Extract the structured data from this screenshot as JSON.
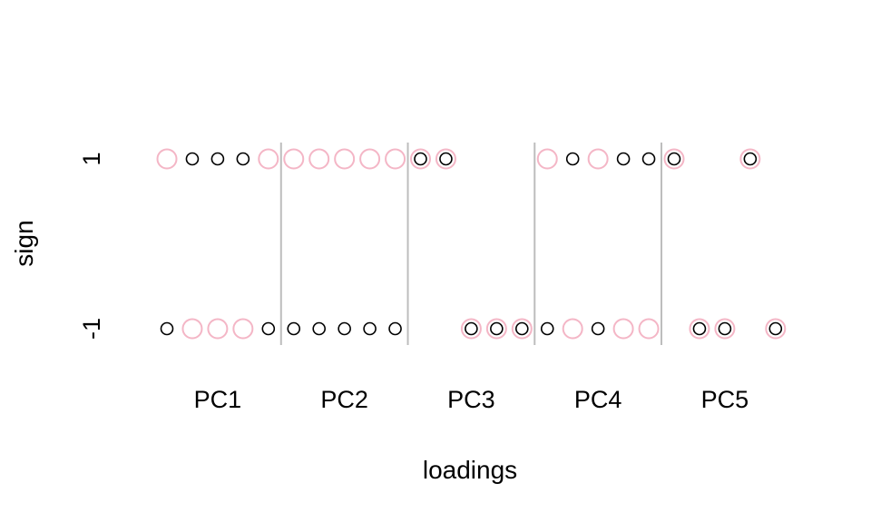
{
  "chart_data": {
    "type": "scatter",
    "xlabel": "loadings",
    "ylabel": "sign",
    "y_ticks": [
      "1",
      "-1"
    ],
    "y_values": [
      1,
      -1
    ],
    "categories": [
      "PC1",
      "PC2",
      "PC3",
      "PC4",
      "PC5"
    ],
    "variables_per_group": 5,
    "grid": false,
    "colors": {
      "pink": "#f4b6c6",
      "black": "#000000",
      "separator": "#bdbdbd"
    },
    "points": [
      {
        "x": 1,
        "sign": 1,
        "pink": true,
        "black": false
      },
      {
        "x": 2,
        "sign": 1,
        "pink": false,
        "black": true
      },
      {
        "x": 3,
        "sign": 1,
        "pink": false,
        "black": true
      },
      {
        "x": 4,
        "sign": 1,
        "pink": false,
        "black": true
      },
      {
        "x": 5,
        "sign": 1,
        "pink": true,
        "black": false
      },
      {
        "x": 6,
        "sign": 1,
        "pink": true,
        "black": false
      },
      {
        "x": 7,
        "sign": 1,
        "pink": true,
        "black": false
      },
      {
        "x": 8,
        "sign": 1,
        "pink": true,
        "black": false
      },
      {
        "x": 9,
        "sign": 1,
        "pink": true,
        "black": false
      },
      {
        "x": 10,
        "sign": 1,
        "pink": true,
        "black": false
      },
      {
        "x": 11,
        "sign": 1,
        "pink": true,
        "black": true
      },
      {
        "x": 12,
        "sign": 1,
        "pink": true,
        "black": true
      },
      {
        "x": 16,
        "sign": 1,
        "pink": true,
        "black": false
      },
      {
        "x": 17,
        "sign": 1,
        "pink": false,
        "black": true
      },
      {
        "x": 18,
        "sign": 1,
        "pink": true,
        "black": false
      },
      {
        "x": 19,
        "sign": 1,
        "pink": false,
        "black": true
      },
      {
        "x": 20,
        "sign": 1,
        "pink": false,
        "black": true
      },
      {
        "x": 21,
        "sign": 1,
        "pink": true,
        "black": true
      },
      {
        "x": 24,
        "sign": 1,
        "pink": true,
        "black": true
      },
      {
        "x": 1,
        "sign": -1,
        "pink": false,
        "black": true
      },
      {
        "x": 2,
        "sign": -1,
        "pink": true,
        "black": false
      },
      {
        "x": 3,
        "sign": -1,
        "pink": true,
        "black": false
      },
      {
        "x": 4,
        "sign": -1,
        "pink": true,
        "black": false
      },
      {
        "x": 5,
        "sign": -1,
        "pink": false,
        "black": true
      },
      {
        "x": 6,
        "sign": -1,
        "pink": false,
        "black": true
      },
      {
        "x": 7,
        "sign": -1,
        "pink": false,
        "black": true
      },
      {
        "x": 8,
        "sign": -1,
        "pink": false,
        "black": true
      },
      {
        "x": 9,
        "sign": -1,
        "pink": false,
        "black": true
      },
      {
        "x": 10,
        "sign": -1,
        "pink": false,
        "black": true
      },
      {
        "x": 13,
        "sign": -1,
        "pink": true,
        "black": true
      },
      {
        "x": 14,
        "sign": -1,
        "pink": true,
        "black": true
      },
      {
        "x": 15,
        "sign": -1,
        "pink": true,
        "black": true
      },
      {
        "x": 16,
        "sign": -1,
        "pink": false,
        "black": true
      },
      {
        "x": 17,
        "sign": -1,
        "pink": true,
        "black": false
      },
      {
        "x": 18,
        "sign": -1,
        "pink": false,
        "black": true
      },
      {
        "x": 19,
        "sign": -1,
        "pink": true,
        "black": false
      },
      {
        "x": 20,
        "sign": -1,
        "pink": true,
        "black": false
      },
      {
        "x": 22,
        "sign": -1,
        "pink": true,
        "black": true
      },
      {
        "x": 23,
        "sign": -1,
        "pink": true,
        "black": true
      },
      {
        "x": 25,
        "sign": -1,
        "pink": true,
        "black": true
      }
    ],
    "separators_after": [
      5,
      10,
      15,
      20
    ]
  }
}
